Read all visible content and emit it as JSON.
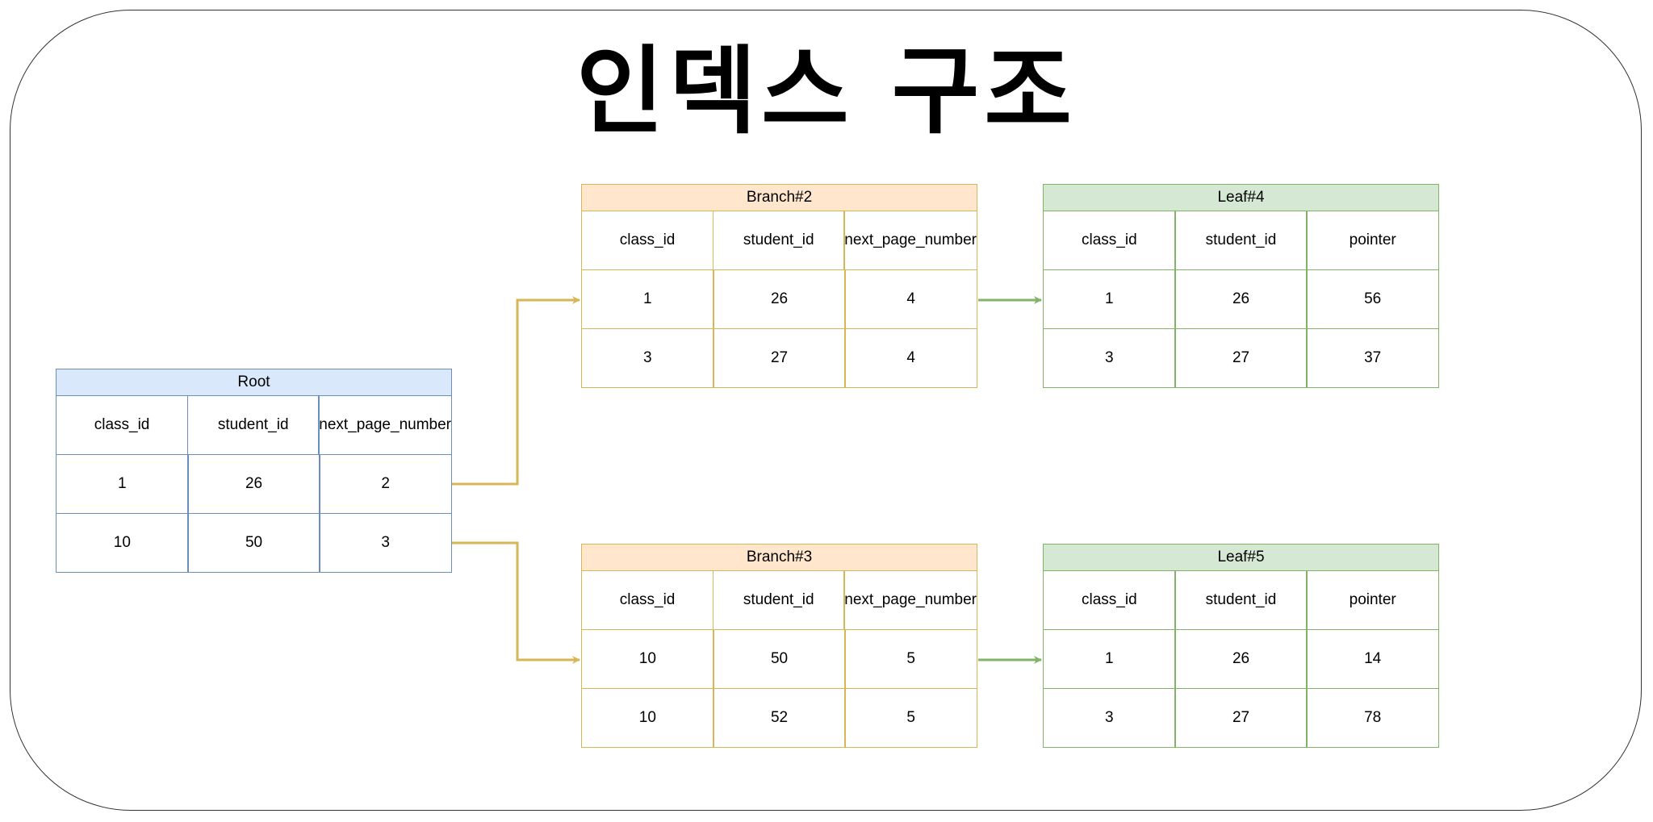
{
  "title": "인덱스 구조",
  "colors": {
    "root_fill": "#dae8fc",
    "root_stroke": "#6c8ebf",
    "branch_fill": "#ffe6cc",
    "branch_stroke": "#d6b656",
    "leaf_fill": "#d5e8d4",
    "leaf_stroke": "#82b366"
  },
  "tables": {
    "root": {
      "name": "Root",
      "columns": [
        "class_id",
        "student_id",
        "next_page_number"
      ],
      "rows": [
        [
          "1",
          "26",
          "2"
        ],
        [
          "10",
          "50",
          "3"
        ]
      ]
    },
    "branch2": {
      "name": "Branch#2",
      "columns": [
        "class_id",
        "student_id",
        "next_page_number"
      ],
      "rows": [
        [
          "1",
          "26",
          "4"
        ],
        [
          "3",
          "27",
          "4"
        ]
      ]
    },
    "branch3": {
      "name": "Branch#3",
      "columns": [
        "class_id",
        "student_id",
        "next_page_number"
      ],
      "rows": [
        [
          "10",
          "50",
          "5"
        ],
        [
          "10",
          "52",
          "5"
        ]
      ]
    },
    "leaf4": {
      "name": "Leaf#4",
      "columns": [
        "class_id",
        "student_id",
        "pointer"
      ],
      "rows": [
        [
          "1",
          "26",
          "56"
        ],
        [
          "3",
          "27",
          "37"
        ]
      ]
    },
    "leaf5": {
      "name": "Leaf#5",
      "columns": [
        "class_id",
        "student_id",
        "pointer"
      ],
      "rows": [
        [
          "1",
          "26",
          "14"
        ],
        [
          "3",
          "27",
          "78"
        ]
      ]
    }
  }
}
